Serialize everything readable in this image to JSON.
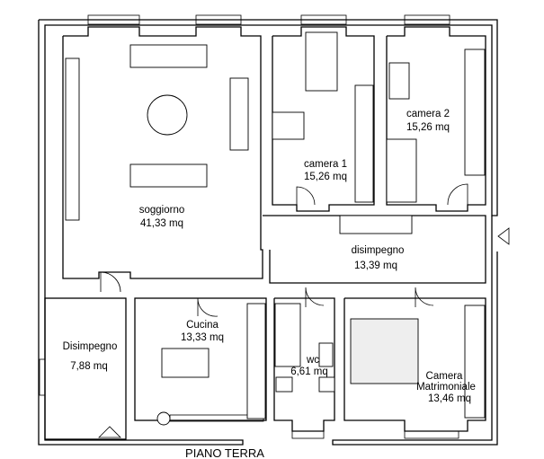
{
  "plan": {
    "title": "PIANO TERRA",
    "rooms": [
      {
        "name": "soggiorno",
        "area": "41,33 mq"
      },
      {
        "name": "camera 1",
        "area": "15,26 mq"
      },
      {
        "name": "camera 2",
        "area": "15,26 mq"
      },
      {
        "name": "disimpegno",
        "area": "13,39 mq"
      },
      {
        "name": "Disimpegno",
        "area": "7,88 mq"
      },
      {
        "name": "Cucina",
        "area": "13,33 mq"
      },
      {
        "name": "wc",
        "area": "6,61 mq"
      },
      {
        "name": "Camera",
        "name2": "Matrimoniale",
        "area": "13,46 mq"
      }
    ]
  }
}
